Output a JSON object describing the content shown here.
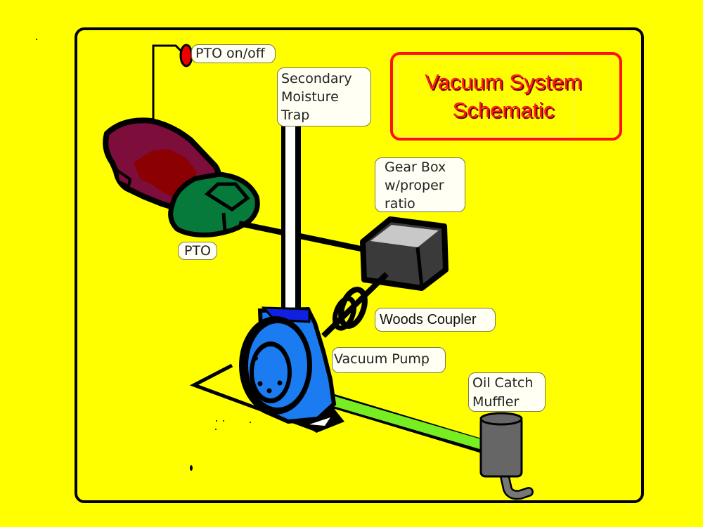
{
  "title": {
    "line1": "Vacuum System",
    "line2": "Schematic"
  },
  "labels": {
    "pto_switch": "PTO on/off",
    "moisture_trap": [
      "Secondary",
      "Moisture",
      "Trap"
    ],
    "gear_box": [
      "Gear Box",
      "w/proper",
      "ratio"
    ],
    "pto": "PTO",
    "woods_coupler": "Woods Coupler",
    "vacuum_pump": "Vacuum Pump",
    "oil_catch": [
      "Oil Catch",
      "Muffler"
    ]
  },
  "colors": {
    "background": "#ffff00",
    "outline": "#000000",
    "title_red": "#ff1a1a",
    "tractor_body": "#7d0d3b",
    "tractor_accent": "#8b0000",
    "pto_green": "#067a3a",
    "pump_blue": "#1a7cf0",
    "pump_top_blue": "#1020e0",
    "exhaust_green": "#77ee22",
    "gearbox_side": "#3a3a3a",
    "gearbox_top": "#c8c8c8",
    "muffler_gray": "#666666",
    "switch_red": "#ee0000"
  }
}
